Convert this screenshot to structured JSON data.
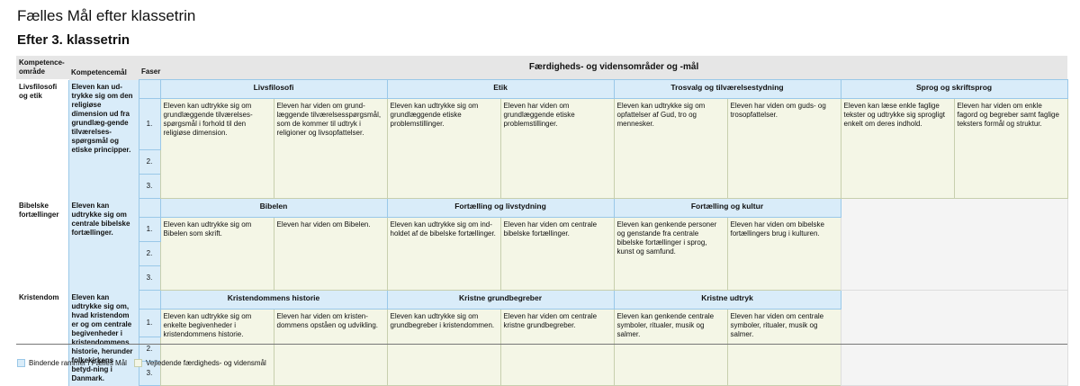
{
  "title": "Fælles Mål efter klassetrin",
  "subtitle": "Efter 3. klassetrin",
  "header": {
    "kompetenceomraade": "Kompetence-område",
    "kompetencemaal": "Kompetencemål",
    "faser": "Faser",
    "faerdigheder": "Færdigheds- og vidensområder og -mål"
  },
  "faser": [
    "1.",
    "2.",
    "3."
  ],
  "rows": [
    {
      "area": "Livsfilosofi og etik",
      "goal": "Eleven kan ud-trykke sig om den religiøse dimension ud fra grundlæg-gende tilværelses-spørgsmål og etiske principper.",
      "areas": [
        {
          "name": "Livsfilosofi",
          "f": "Eleven kan udtrykke sig om grundlæggende tilværelses-spørgsmål i forhold til den religiøse dimension.",
          "v": "Eleven har viden om grund-læggende tilværelsesspørgsmål, som de kommer til udtryk i religioner og livsopfattelser."
        },
        {
          "name": "Etik",
          "f": "Eleven kan udtrykke sig om grundlæggende etiske problemstillinger.",
          "v": "Eleven har viden om grundlæggende etiske problemstillinger."
        },
        {
          "name": "Trosvalg og tilværelsestydning",
          "f": "Eleven kan udtrykke sig om opfattelser af Gud, tro og mennesker.",
          "v": "Eleven har viden om guds- og trosopfattelser."
        },
        {
          "name": "Sprog og skriftsprog",
          "f": "Eleven kan læse enkle faglige tekster og udtrykke sig sprogligt enkelt om deres indhold.",
          "v": "Eleven har viden om enkle fagord og begreber samt faglige teksters formål og struktur."
        }
      ]
    },
    {
      "area": "Bibelske fortællinger",
      "goal": "Eleven kan udtrykke sig om centrale bibelske fortællinger.",
      "areas": [
        {
          "name": "Bibelen",
          "f": "Eleven kan udtrykke sig om Bibelen som skrift.",
          "v": "Eleven har viden om Bibelen."
        },
        {
          "name": "Fortælling og livstydning",
          "f": "Eleven kan udtrykke sig om ind-holdet af de bibelske fortællinger.",
          "v": "Eleven har viden om centrale bibelske fortællinger."
        },
        {
          "name": "Fortælling og kultur",
          "f": "Eleven kan genkende personer og genstande fra centrale bibelske fortællinger i sprog, kunst og samfund.",
          "v": "Eleven har viden om bibelske fortællingers brug i kulturen."
        }
      ]
    },
    {
      "area": "Kristendom",
      "goal": "Eleven kan udtrykke sig om, hvad kristendom er og om centrale begivenheder i kristendommens historie, herunder folkekirkens betyd-ning i Danmark.",
      "areas": [
        {
          "name": "Kristendommens historie",
          "f": "Eleven kan udtrykke sig om enkelte begivenheder i kristendommens historie.",
          "v": "Eleven har viden om kristen-dommens opståen og udvikling."
        },
        {
          "name": "Kristne grundbegreber",
          "f": "Eleven kan udtrykke sig om grundbegreber i kristendommen.",
          "v": "Eleven har viden om centrale kristne grundbegreber."
        },
        {
          "name": "Kristne udtryk",
          "f": "Eleven kan genkende centrale symboler, ritualer, musik og salmer.",
          "v": "Eleven har viden om centrale symboler, ritualer, musik og salmer."
        }
      ]
    }
  ],
  "legend": {
    "bindende": "Bindende rammer i Fælles Mål",
    "vejledende": "Vejledende færdigheds- og vidensmål"
  },
  "colors": {
    "bindende": "#d9ecf9",
    "vejledende": "#f4f6e6"
  }
}
